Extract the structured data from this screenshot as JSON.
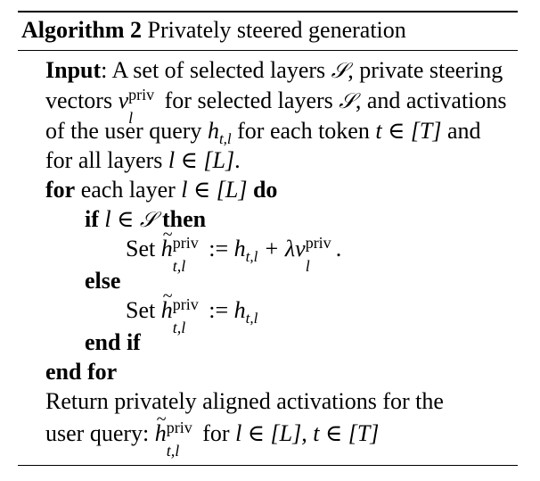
{
  "algorithm": {
    "label": "Algorithm 2",
    "title": "Privately steered generation"
  },
  "lines": {
    "l1": "Input: A set of selected layers 𝒮, private steering",
    "input_label": "Input",
    "l1_rest": ": A set of selected layers",
    "l1_tail": ", private steering",
    "l2_a": "vectors",
    "l2_b": "for selected layers",
    "l2_c": ", and activations",
    "l3_a": "of the user query",
    "l3_b": "for each token",
    "l3_c": "and",
    "l4_a": "for all layers",
    "for_kw": "for",
    "for_rest": "each layer",
    "do_kw": "do",
    "if_kw": "if",
    "then_kw": "then",
    "set1": "Set",
    "else_kw": "else",
    "set2": "Set",
    "endif_kw": "end if",
    "endfor_kw": "end for",
    "ret1": "Return privately aligned activations for the",
    "ret2_a": "user query:",
    "ret2_b": "for"
  },
  "math": {
    "S": "𝒮",
    "v": "v",
    "priv": "priv",
    "l": "l",
    "h": "h",
    "tl": "t,l",
    "t_in_T": "t ∈ [T]",
    "l_in_L": "l ∈ [L]",
    "l_in_S": "l ∈",
    "assign": ":=",
    "plus_lambda": "+ λv",
    "ret_range": "l ∈ [L], t ∈ [T]"
  }
}
